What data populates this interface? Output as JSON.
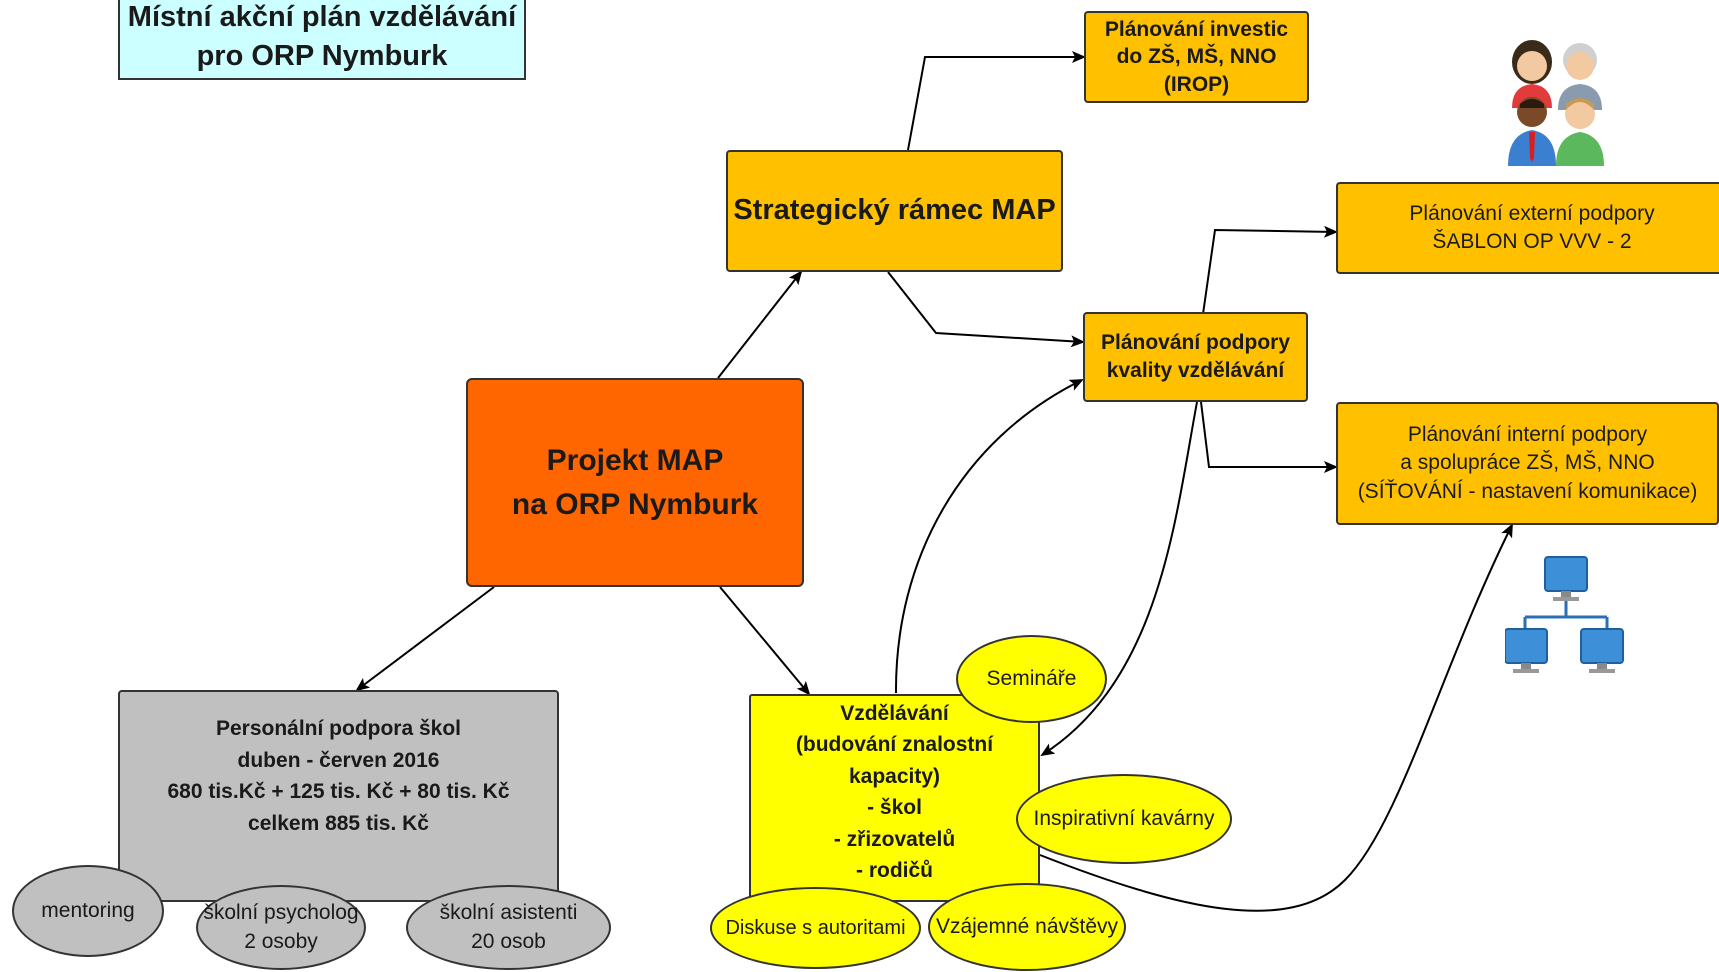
{
  "title": {
    "lines": [
      "Místní akční plán vzdělávání",
      "pro ORP Nymburk"
    ]
  },
  "project": {
    "lines": [
      "Projekt MAP",
      "na ORP Nymburk"
    ]
  },
  "strategic": {
    "label": "Strategický rámec MAP"
  },
  "investment": {
    "lines": [
      "Plánování investic",
      "do ZŠ, MŠ, NNO",
      "(IROP)"
    ]
  },
  "quality": {
    "lines": [
      "Plánování podpory",
      "kvality vzdělávání"
    ]
  },
  "external": {
    "lines": [
      "Plánování externí podpory",
      "ŠABLON OP VVV - 2"
    ]
  },
  "internal": {
    "lines": [
      "Plánování interní podpory",
      "a spolupráce ZŠ, MŠ, NNO",
      "(SÍŤOVÁNÍ - nastavení komunikace)"
    ]
  },
  "personnel": {
    "lines": [
      "Personální podpora škol",
      "duben - červen 2016",
      "680 tis.Kč + 125 tis. Kč + 80 tis. Kč",
      "celkem 885 tis. Kč"
    ]
  },
  "personnel_items": {
    "mentoring": {
      "lines": [
        "mentoring"
      ]
    },
    "psychologist": {
      "lines": [
        "školní psycholog",
        "2 osoby"
      ]
    },
    "assistants": {
      "lines": [
        "školní asistenti",
        "20 osob"
      ]
    }
  },
  "education": {
    "lines": [
      "Vzdělávání",
      "(budování znalostní kapacity)",
      "- škol",
      "- zřizovatelů",
      "- rodičů"
    ]
  },
  "education_items": {
    "seminars": {
      "lines": [
        "Semináře"
      ]
    },
    "cafes": {
      "lines": [
        "Inspirativní kavárny"
      ]
    },
    "discussion": {
      "lines": [
        "Diskuse s autoritami"
      ]
    },
    "visits": {
      "lines": [
        "Vzájemné návštěvy"
      ]
    }
  },
  "colors": {
    "title_bg": "#ccffff",
    "project_bg": "#ff6600",
    "box_bg": "#ffc000",
    "personnel_bg": "#c0c0c0",
    "education_bg": "#ffff00",
    "people_icon": "people-group-icon",
    "network_icon": "computer-network-icon"
  }
}
